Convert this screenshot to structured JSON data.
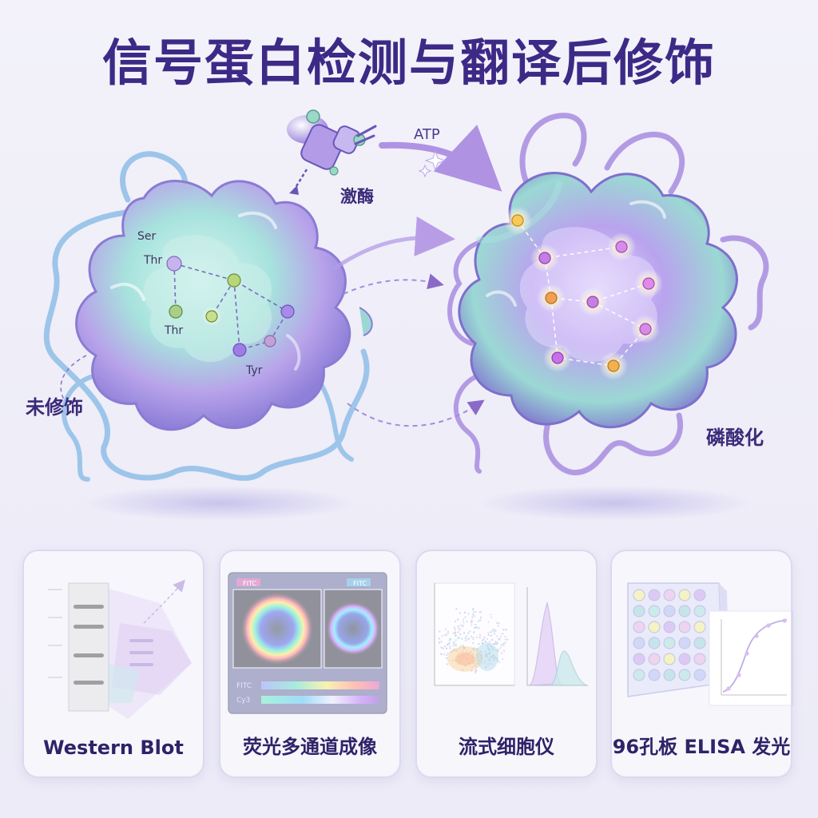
{
  "title": "信号蛋白检测与翻译后修饰",
  "diagram": {
    "enzyme_label": "激酶",
    "atp_label": "ATP",
    "left_protein_label": "未修饰",
    "right_protein_label": "磷酸化",
    "residues": {
      "ser": "Ser",
      "thr1": "Thr",
      "thr2": "Thr",
      "tyr": "Tyr"
    }
  },
  "panels": [
    {
      "label": "Western Blot"
    },
    {
      "label": "荧光多通道成像",
      "channel_a": "FITC",
      "channel_b": "Cy3"
    },
    {
      "label": "流式细胞仪"
    },
    {
      "label": "96孔板 ELISA 发光"
    }
  ],
  "colors": {
    "title": "#3d2a86",
    "protein_teal": "#8fe0d6",
    "protein_violet": "#b49be8",
    "arrow": "#a582e0",
    "site_glow": "#fff6c9"
  }
}
